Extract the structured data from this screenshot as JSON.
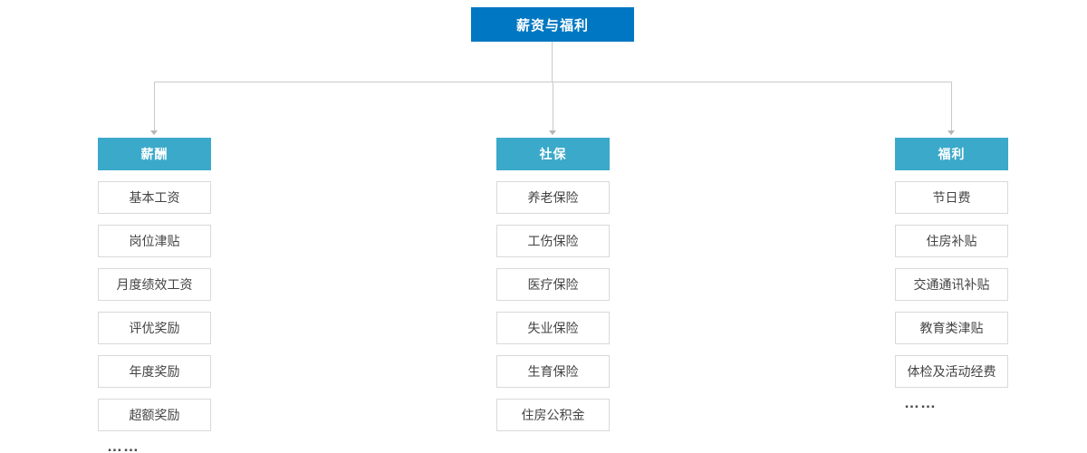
{
  "root": {
    "label": "薪资与福利"
  },
  "columns": [
    {
      "header": "薪酬",
      "items": [
        "基本工资",
        "岗位津贴",
        "月度绩效工资",
        "评优奖励",
        "年度奖励",
        "超额奖励"
      ],
      "more": "……"
    },
    {
      "header": "社保",
      "items": [
        "养老保险",
        "工伤保险",
        "医疗保险",
        "失业保险",
        "生育保险",
        "住房公积金"
      ],
      "more": ""
    },
    {
      "header": "福利",
      "items": [
        "节日费",
        "住房补贴",
        "交通通讯补贴",
        "教育类津贴",
        "体检及活动经费"
      ],
      "more": "……"
    }
  ],
  "colors": {
    "root_bg": "#0077c2",
    "header_bg": "#3ba9c9",
    "item_border": "#d9d9d9",
    "item_text": "#444444",
    "line": "#c9c9c9",
    "dots": "#4a4a4a"
  }
}
